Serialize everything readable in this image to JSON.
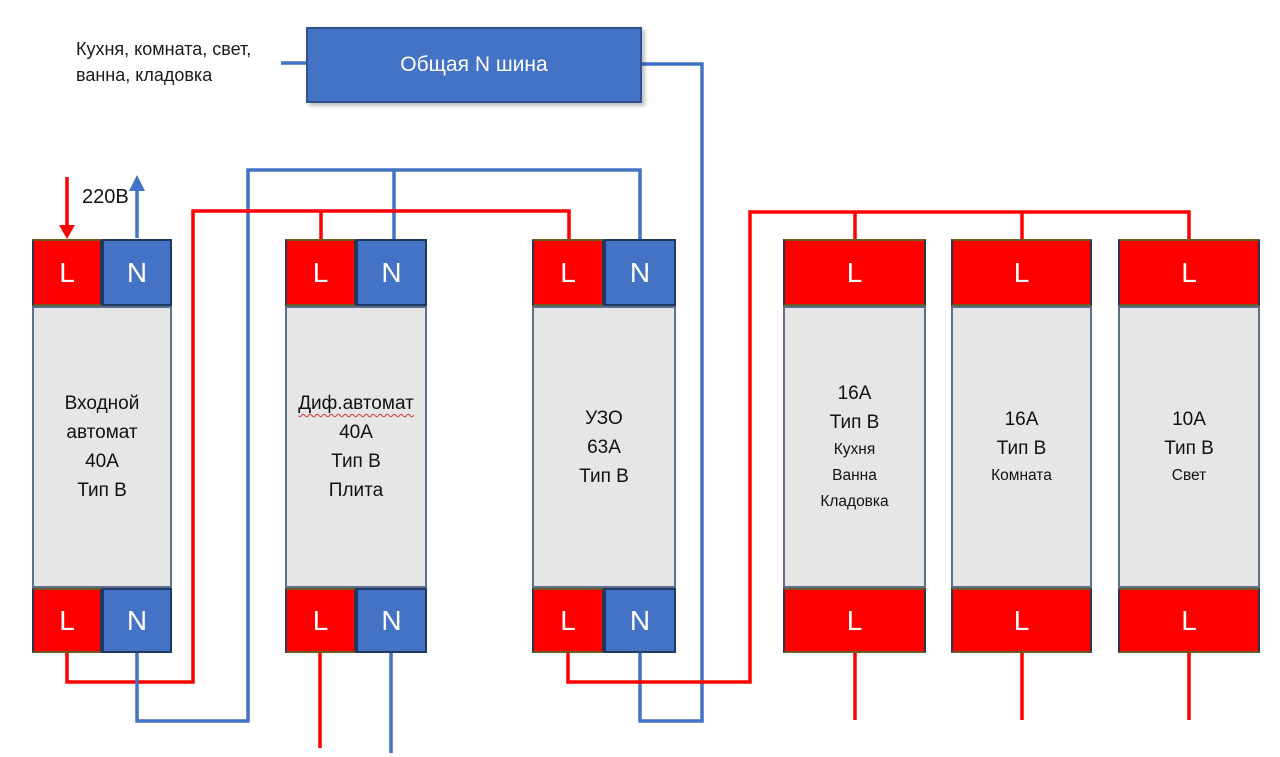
{
  "note": {
    "text": "Кухня, комната, свет,\nванна, кладовка"
  },
  "n_bus": {
    "label": "Общая N шина"
  },
  "input": {
    "voltage_label": "220В"
  },
  "labels": {
    "l": "L",
    "n": "N"
  },
  "breakers": [
    {
      "id": "input-breaker",
      "main": "Входной\nавтомат\n40А\nТип В",
      "terminals": [
        "L",
        "N"
      ]
    },
    {
      "id": "diff-breaker-stove",
      "underlined": "Диф.автомат",
      "main": "40А\nТип В\nПлита",
      "terminals": [
        "L",
        "N"
      ]
    },
    {
      "id": "rcd",
      "main": "УЗО\n63А\nТип В",
      "terminals": [
        "L",
        "N"
      ]
    },
    {
      "id": "breaker-16a-kitchen",
      "main": "16А\nТип В",
      "sub": "Кухня\nВанна\nКладовка",
      "terminals": [
        "L"
      ]
    },
    {
      "id": "breaker-16a-room",
      "main": "16А\nТип В",
      "sub": "Комната",
      "terminals": [
        "L"
      ]
    },
    {
      "id": "breaker-10a-light",
      "main": "10А\nТип В",
      "sub": "Свет",
      "terminals": [
        "L"
      ]
    }
  ],
  "colors": {
    "line_red": "#FF0000",
    "neutral_blue": "#4472C4",
    "bus_fill": "#4472C4",
    "bus_border": "#2F528F",
    "body_fill": "#E7E6E6"
  }
}
